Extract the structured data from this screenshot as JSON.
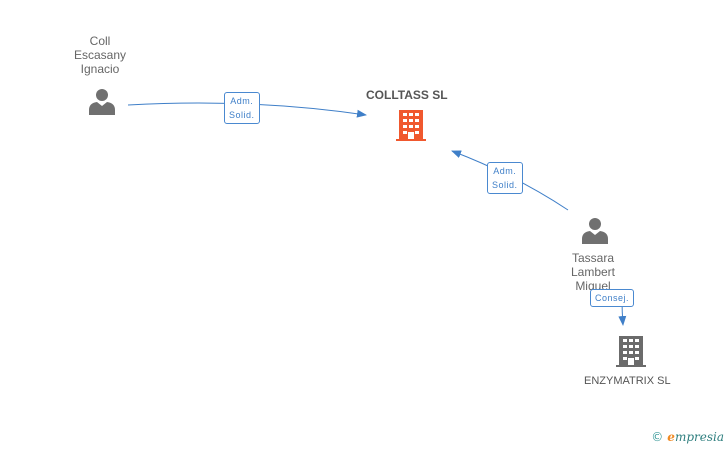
{
  "nodes": {
    "coll": {
      "name": "Coll\nEscasany\nIgnacio",
      "icon": "person-icon"
    },
    "colltass": {
      "name": "COLLTASS SL",
      "icon": "building-icon",
      "color": "#f0582e"
    },
    "tassara": {
      "name": "Tassara\nLambert\nMiquel",
      "icon": "person-icon"
    },
    "enzymatrix": {
      "name": "ENZYMATRIX SL",
      "icon": "building-icon",
      "color": "#6b6b6b"
    }
  },
  "edges": [
    {
      "from": "coll",
      "to": "colltass",
      "label": "Adm.\nSolid."
    },
    {
      "from": "tassara",
      "to": "colltass",
      "label": "Adm.\nSolid."
    },
    {
      "from": "tassara",
      "to": "enzymatrix",
      "label": "Consej."
    }
  ],
  "colors": {
    "edge": "#3f7fc8",
    "person": "#707070"
  },
  "footer": {
    "copyright": "©",
    "brand_e": "e",
    "brand_rest": "mpresia"
  }
}
